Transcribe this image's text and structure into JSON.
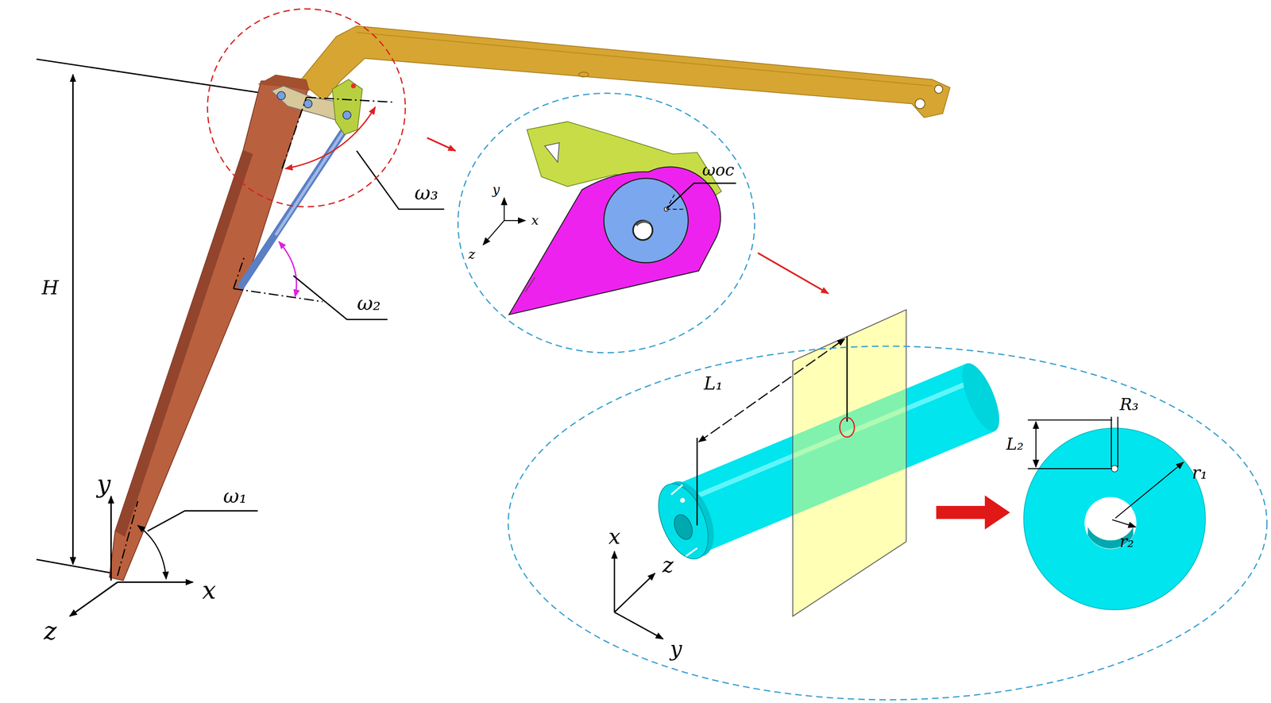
{
  "diagram": {
    "labels": [
      "H",
      "ω₃",
      "ω₂",
      "y",
      "x",
      "z",
      "ω₁",
      "ωoc",
      "y",
      "x",
      "z",
      "L₁",
      "R₃",
      "L₂",
      "r₁",
      "r₂",
      "x",
      "z",
      "y"
    ]
  }
}
